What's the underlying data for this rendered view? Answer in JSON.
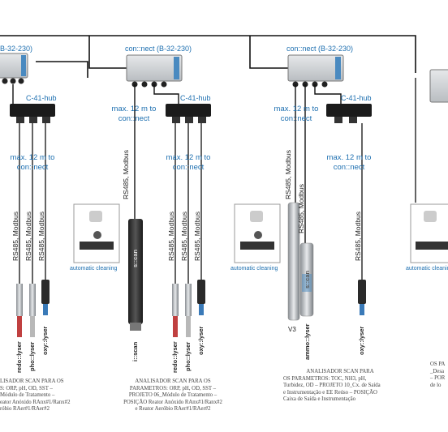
{
  "connect_labels": [
    "B-32-230)",
    "con::nect (B-32-230)",
    "con::nect (B-32-230)"
  ],
  "hub_label": "C-41-hub",
  "distance_label": "max. 12 m to con::nect",
  "rs485": "RS485, Modbus",
  "cleaning_label": "automatic cleaning",
  "sensors": {
    "redo": "redo::lyser",
    "pho": "pho::lyser",
    "oxy": "oxy::lyser",
    "iscan": "i::scan",
    "ammo": "ammo::lyser",
    "v3": "V3"
  },
  "probe_brand": "s::can",
  "captions": {
    "c1": [
      "LISADOR SCAN PARA OS",
      "S: ORP, pH, OD, SST –",
      "Módulo de Tratamento –",
      "eator Anóxido RAnx#1/Ranx#2",
      "róbio RAer#1/RAer#2"
    ],
    "c2": [
      "ANALISADOR SCAN PARA OS",
      "PARAMETROS: ORP, pH, OD, SST –",
      "PROJETO 06_Módulo de Tratamento –",
      "POSIÇÃO Reator Anóxido RAnx#1/Ranx#2",
      "e Reator Aeróbio RAer#1/RAer#2"
    ],
    "c3": [
      "ANALISADOR SCAN PARA",
      "OS PARAMETROS: TOC, NH3, pH,",
      "Turbidez, OD – PROJETO 10_Cx. de Saída",
      "e Instrumentação e EE Reúso – POSIÇÃO",
      "Caixa de Saída e Instrumentação"
    ],
    "c4": [
      "OS PA",
      "_Desa",
      "– POR",
      "de lo"
    ]
  }
}
